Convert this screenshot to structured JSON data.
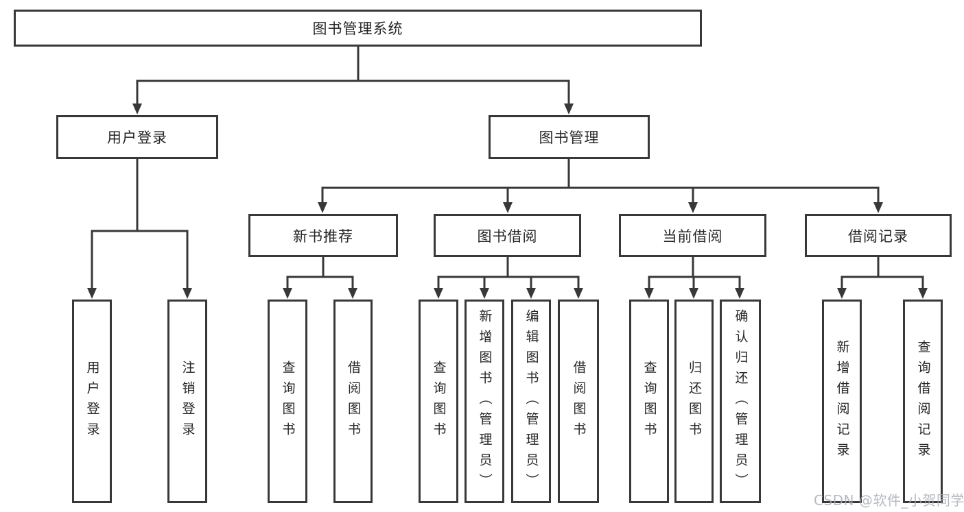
{
  "tree": {
    "root": "图书管理系统",
    "children": [
      {
        "label": "用户登录",
        "children": [
          "用户登录",
          "注销登录"
        ]
      },
      {
        "label": "图书管理",
        "children": [
          {
            "label": "新书推荐",
            "children": [
              "查询图书",
              "借阅图书"
            ]
          },
          {
            "label": "图书借阅",
            "children": [
              "查询图书",
              "新增图书（管理员）",
              "编辑图书（管理员）",
              "借阅图书"
            ]
          },
          {
            "label": "当前借阅",
            "children": [
              "查询图书",
              "归还图书",
              "确认归还（管理员）"
            ]
          },
          {
            "label": "借阅记录",
            "children": [
              "新增借阅记录",
              "查询借阅记录"
            ]
          }
        ]
      }
    ]
  },
  "watermark": {
    "text": "CSDN @软件_小贺同学"
  },
  "colors": {
    "line": "#383838",
    "text": "#262626",
    "background": "#ffffff",
    "watermark": "#a8adb7"
  }
}
